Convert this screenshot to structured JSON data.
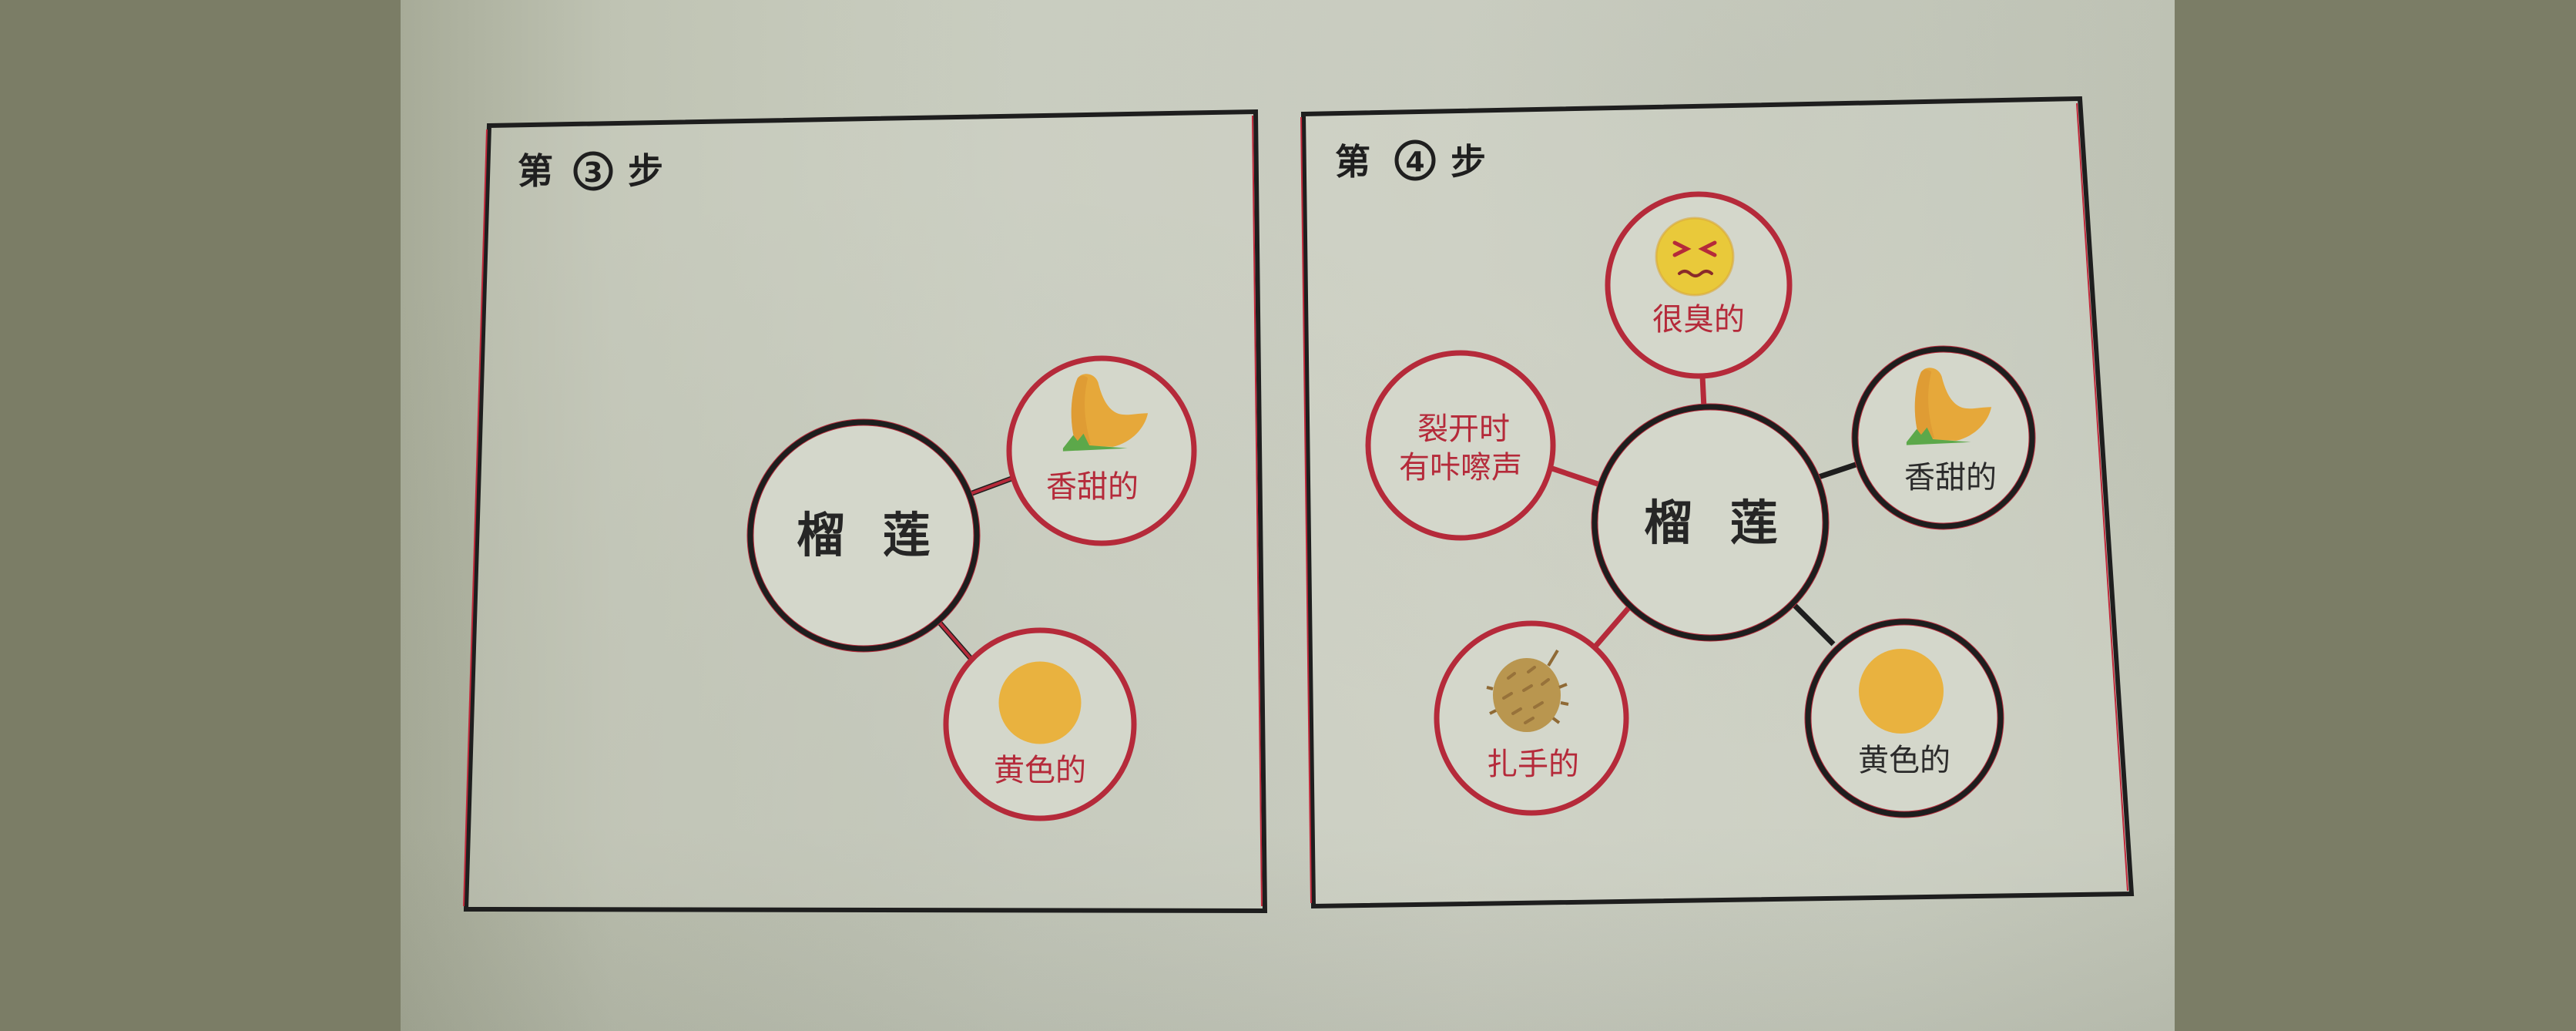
{
  "document": {
    "type": "bubble-map tutorial (printed book page)",
    "colors": {
      "background": "#7b7d66",
      "paper": "#cbcfc2",
      "frame_border": "#1e1e1e",
      "new_node_border": "#b52a3a",
      "old_node_border": "#1e1e1e",
      "new_node_text": "#b52a3a",
      "old_node_text": "#2b2b2b",
      "yellow_circle": "#e9b23f",
      "durian_flesh": "#e6a83a",
      "leaf": "#5ca84a",
      "durian_shell": "#b9964f",
      "face": "#e9c93a"
    }
  },
  "panels": [
    {
      "title": "第③步",
      "title_parts": {
        "prefix": "第",
        "step": "3",
        "suffix": "步"
      },
      "hub": {
        "label": "榴 莲"
      },
      "nodes": [
        {
          "label": "香甜的",
          "icon": "durian-flesh-icon",
          "style": "new"
        },
        {
          "label": "黄色的",
          "icon": "yellow-circle-icon",
          "style": "new"
        }
      ]
    },
    {
      "title": "第④步",
      "title_parts": {
        "prefix": "第",
        "step": "4",
        "suffix": "步"
      },
      "hub": {
        "label": "榴 莲"
      },
      "nodes": [
        {
          "label": "很臭的",
          "icon": "squinting-face-icon",
          "style": "new"
        },
        {
          "label_line1": "裂开时",
          "label_line2": "有咔嚓声",
          "icon": "none",
          "style": "new"
        },
        {
          "label": "香甜的",
          "icon": "durian-flesh-icon",
          "style": "existing"
        },
        {
          "label": "扎手的",
          "icon": "durian-fruit-icon",
          "style": "new"
        },
        {
          "label": "黄色的",
          "icon": "yellow-circle-icon",
          "style": "existing"
        }
      ]
    }
  ]
}
